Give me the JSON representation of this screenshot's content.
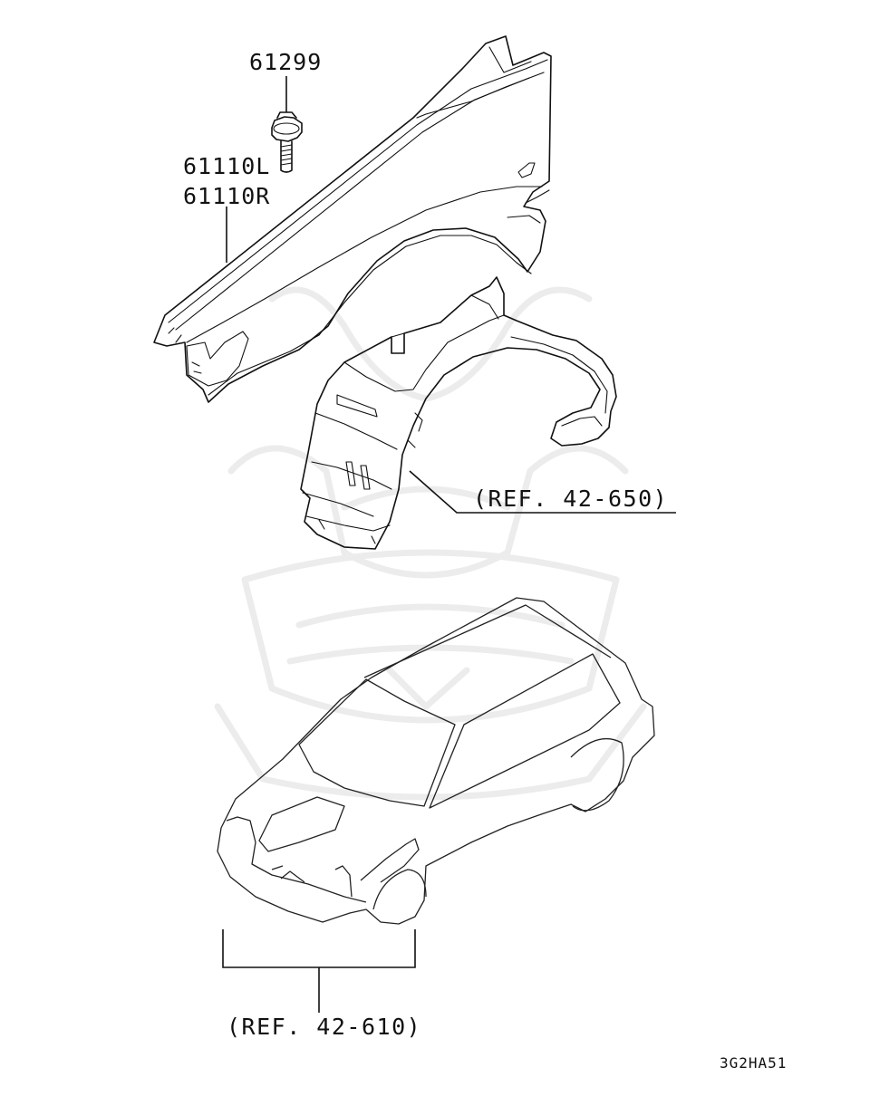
{
  "labels": {
    "bolt_part": "61299",
    "fender_left": "61110L",
    "fender_right": "61110R",
    "ref_splash_shield": "(REF. 42-650)",
    "ref_body_panel": "(REF. 42-610)",
    "diagram_code": "3G2HA51"
  },
  "colors": {
    "line": "#111111",
    "watermark": "#ececec",
    "background": "#ffffff"
  }
}
